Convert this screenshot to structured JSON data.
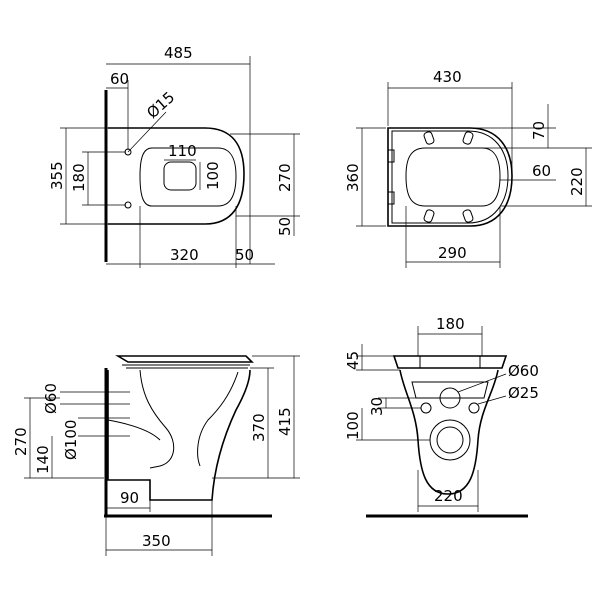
{
  "top_view": {
    "d_485": "485",
    "d_60": "60",
    "d_phi15": "Ø15",
    "d_110": "110",
    "d_100": "100",
    "d_355": "355",
    "d_180": "180",
    "d_270": "270",
    "d_50v": "50",
    "d_320": "320",
    "d_50h": "50"
  },
  "seat_view": {
    "d_430": "430",
    "d_70": "70",
    "d_360": "360",
    "d_60": "60",
    "d_220": "220",
    "d_290": "290"
  },
  "side_view": {
    "d_phi60": "Ø60",
    "d_270": "270",
    "d_140": "140",
    "d_phi100": "Ø100",
    "d_370": "370",
    "d_415": "415",
    "d_90": "90",
    "d_350": "350"
  },
  "back_view": {
    "d_180": "180",
    "d_45": "45",
    "d_phi60": "Ø60",
    "d_30": "30",
    "d_phi25": "Ø25",
    "d_100": "100",
    "d_220": "220"
  }
}
